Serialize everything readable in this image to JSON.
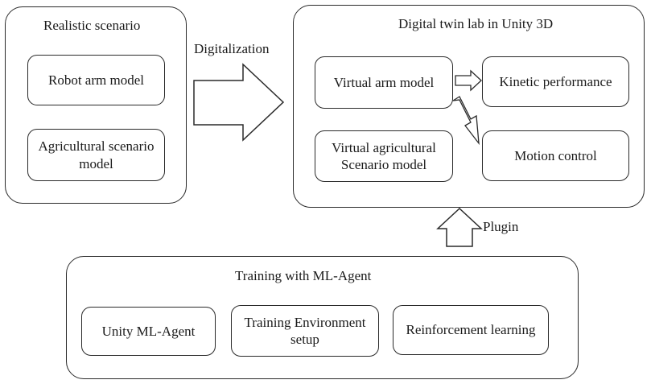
{
  "realistic": {
    "title": "Realistic scenario",
    "robot_arm": "Robot arm model",
    "agri_scenario": "Agricultural scenario model"
  },
  "digitalization_label": "Digitalization",
  "digital_twin": {
    "title": "Digital twin lab in Unity 3D",
    "virtual_arm": "Virtual arm model",
    "kinetic": "Kinetic performance",
    "virtual_agri": "Virtual agricultural Scenario model",
    "motion": "Motion control"
  },
  "plugin_label": "Plugin",
  "training": {
    "title": "Training with ML-Agent",
    "unity_ml": "Unity ML-Agent",
    "env_setup": "Training Environment setup",
    "rl": "Reinforcement learning"
  }
}
